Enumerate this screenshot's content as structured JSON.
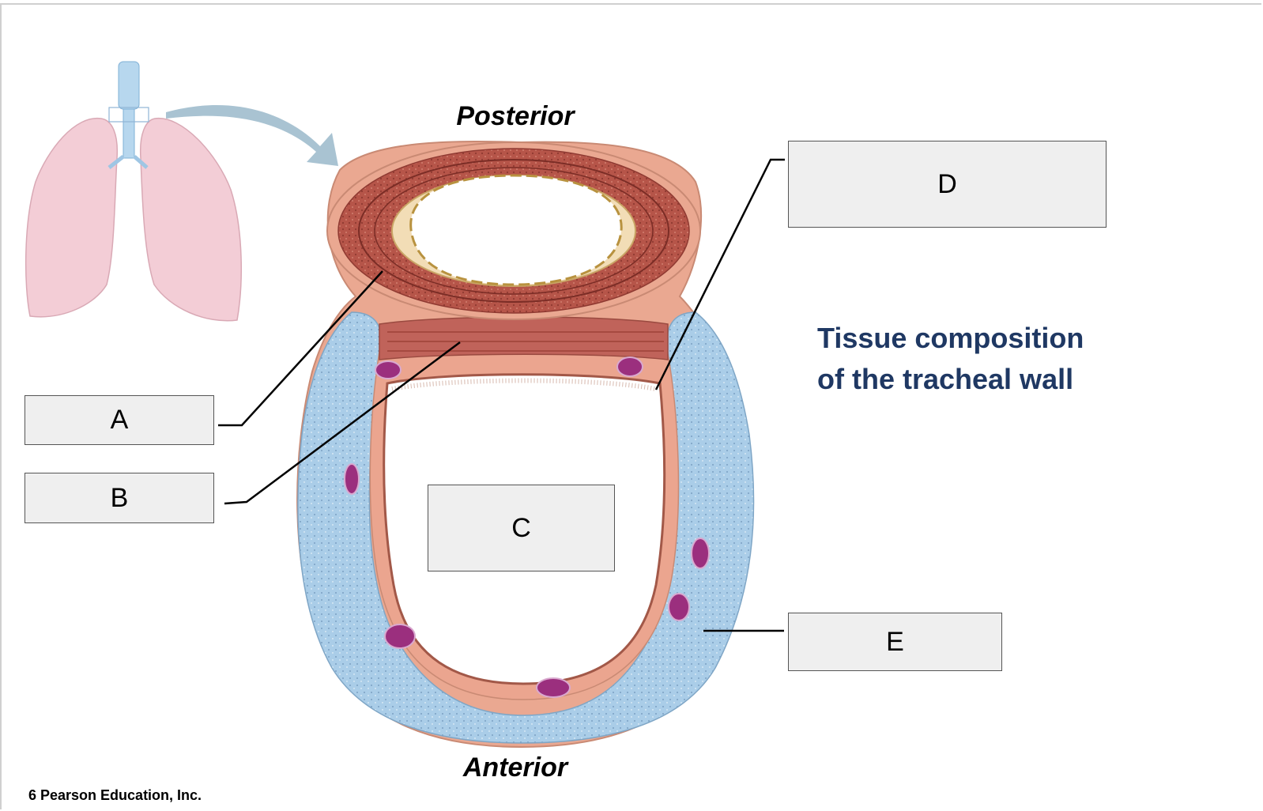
{
  "colors": {
    "label_fill": "#efefef",
    "title_color": "#1f3863",
    "muscle": "#b8564b",
    "cartilage": "#a9cde8",
    "mucosa": "#eba58f",
    "gland_nuclei": "#9b2f7e",
    "lung": "#f3cdd6"
  },
  "orientation": {
    "posterior": "Posterior",
    "anterior": "Anterior"
  },
  "labels": {
    "a": "A",
    "b": "B",
    "c": "C",
    "d": "D",
    "e": "E"
  },
  "title": {
    "line1": "Tissue composition",
    "line2": "of the tracheal wall"
  },
  "copyright": "6 Pearson Education, Inc."
}
